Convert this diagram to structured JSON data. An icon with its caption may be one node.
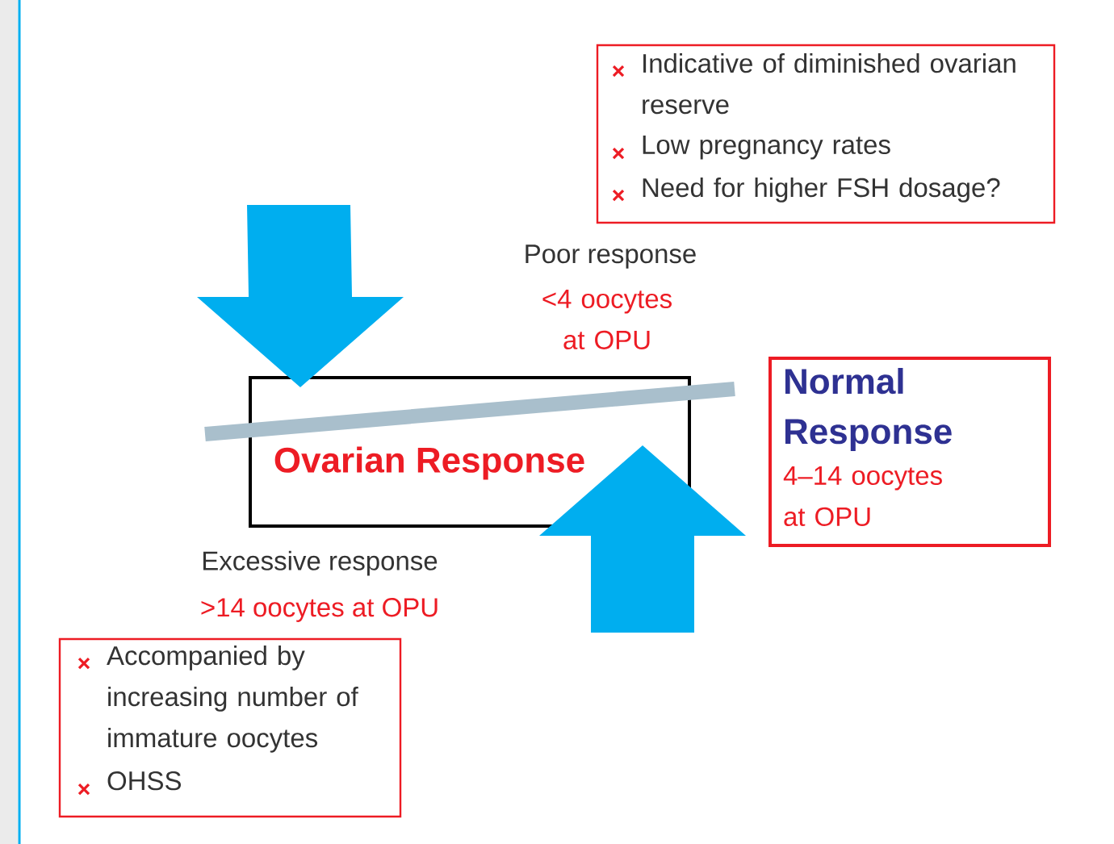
{
  "diagram": {
    "nodes": [
      {
        "text": [
          "Indicative of diminished ovarian reserve",
          "Low pregnancy rates",
          "Need for higher FSH dosage?"
        ]
      },
      {
        "text": [
          "Ovarian Response"
        ]
      },
      {
        "text": [
          "Normal Response",
          "4–14 oocytes at OPU"
        ]
      },
      {
        "text": [
          "Accompanied by increasing number of immature oocytes",
          "OHSS"
        ]
      }
    ],
    "edges": [
      {
        "from": null,
        "to": 1,
        "arrow": "to",
        "style": "thick"
      },
      {
        "from": null,
        "to": 1,
        "arrow": "to",
        "style": "thick"
      }
    ],
    "labels": [
      "Poor response",
      "<4 oocytes at OPU",
      "Excessive response",
      ">14 oocytes at OPU"
    ]
  }
}
